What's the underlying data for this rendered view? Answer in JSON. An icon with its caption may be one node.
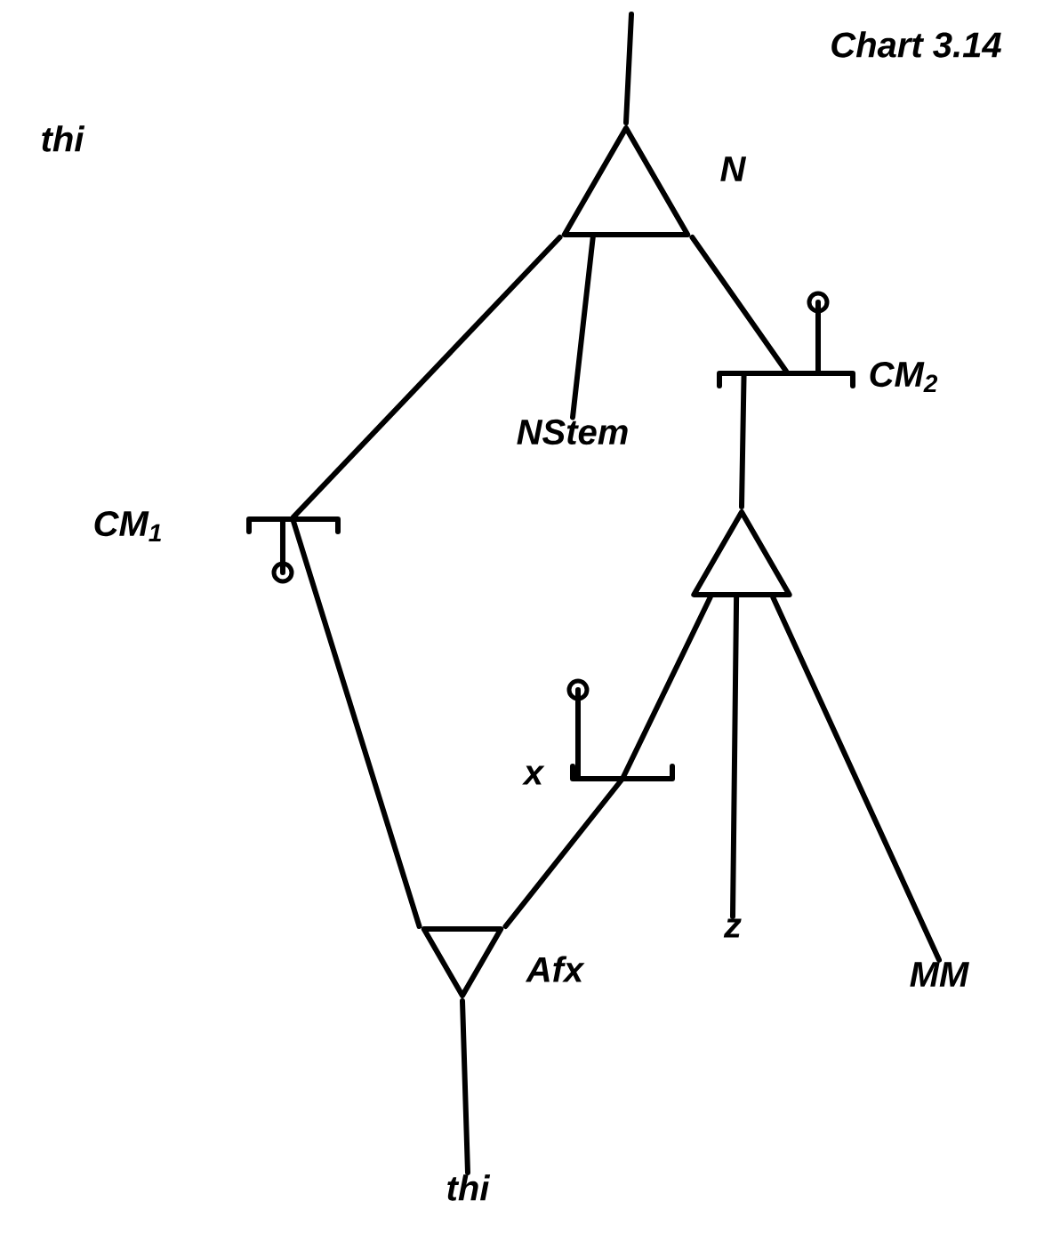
{
  "diagram": {
    "title": "Chart 3.14",
    "nodes": [
      {
        "text": [],
        "shape": "triangle",
        "beside": [
          "N"
        ]
      },
      {
        "text": [
          "NStem"
        ]
      },
      {
        "text": [],
        "shape": "bar",
        "beside": [
          "CM$_{2}$"
        ]
      },
      {
        "text": [],
        "shape": "bar",
        "beside": [
          "CM$_{1}$"
        ]
      },
      {
        "text": [],
        "shape": "triangle"
      },
      {
        "text": [],
        "shape": "bar",
        "beside": [
          "x"
        ]
      },
      {
        "text": [
          "z"
        ]
      },
      {
        "text": [
          "MM"
        ]
      },
      {
        "text": [],
        "shape": "triangle",
        "beside": [
          "Afx"
        ]
      },
      {
        "text": [
          "thi"
        ]
      }
    ],
    "edges": [
      {
        "from": null,
        "to": 0,
        "arrow": "none"
      },
      {
        "from": 0,
        "to": 1,
        "arrow": "none"
      },
      {
        "from": 0,
        "to": 2,
        "arrow": "none"
      },
      {
        "from": 0,
        "to": 3,
        "arrow": "none"
      },
      {
        "from": 2,
        "to": 4,
        "arrow": "none"
      },
      {
        "from": 3,
        "to": 8,
        "arrow": "none"
      },
      {
        "from": 4,
        "to": 5,
        "arrow": "none"
      },
      {
        "from": 5,
        "to": 8,
        "arrow": "none"
      },
      {
        "from": 4,
        "to": 6,
        "arrow": "none"
      },
      {
        "from": 4,
        "to": 7,
        "arrow": "none"
      },
      {
        "from": 8,
        "to": 9,
        "arrow": "none"
      }
    ],
    "labels": [
      "thi"
    ]
  }
}
